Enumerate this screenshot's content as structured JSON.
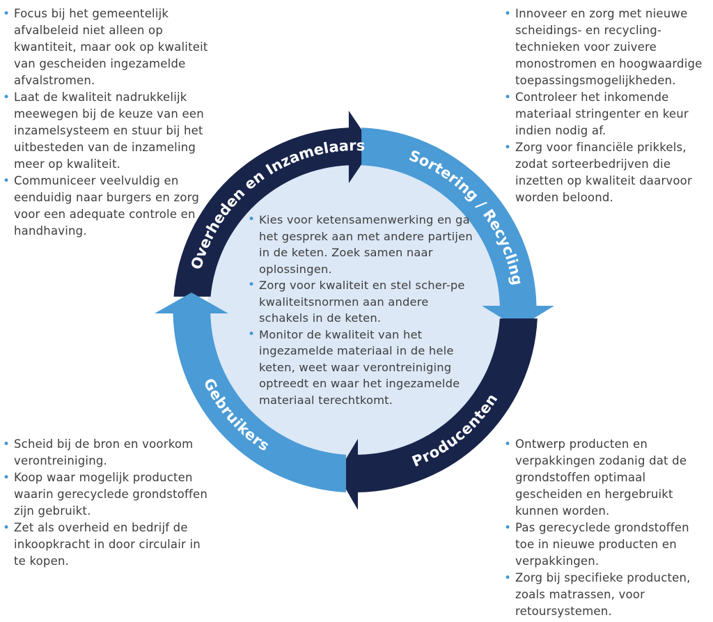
{
  "cycle": {
    "top_left": "Overheden en Inzamelaars",
    "top_right": "Sortering / Recycling",
    "bottom_right": "Producenten",
    "bottom_left": "Gebruikers"
  },
  "colors": {
    "dark": "#18244a",
    "light": "#4a9bd6",
    "center_fill": "#dce8f6",
    "bullet": "#3e96d6"
  },
  "blocks": {
    "top_left": [
      "Focus bij het gemeentelijk afvalbeleid niet alleen op kwantiteit, maar ook op kwaliteit van gescheiden ingezamelde afvalstromen.",
      "Laat de kwaliteit nadrukkelijk meewegen bij de keuze van een inzamelsysteem en stuur bij het uitbesteden van de inzameling meer op kwaliteit.",
      "Communiceer veelvuldig en eenduidig naar burgers en zorg voor een adequate controle en handhaving."
    ],
    "top_right": [
      "Innoveer en zorg met nieuwe scheidings- en recycling-technieken voor zuivere monostromen en hoogwaardige toepassingsmogelijkheden.",
      "Controleer het inkomende materiaal stringenter en keur indien nodig af.",
      "Zorg voor financiële prikkels, zodat sorteerbedrijven die inzetten op kwaliteit daarvoor worden beloond."
    ],
    "center": [
      "Kies voor ketensamenwerking en ga het gesprek aan met andere partijen in de keten. Zoek samen naar oplossingen.",
      "Zorg voor kwaliteit en stel scher-pe kwaliteitsnormen aan andere schakels in de keten.",
      "Monitor de kwaliteit van het ingezamelde materiaal in de hele keten, weet waar verontreiniging optreedt en waar het ingezamelde materiaal terechtkomt."
    ],
    "bottom_left": [
      "Scheid bij de bron en voorkom verontreiniging.",
      "Koop waar mogelijk producten waarin gerecyclede grondstoffen zijn gebruikt.",
      "Zet als overheid en bedrijf de inkoopkracht in door circulair in te kopen."
    ],
    "bottom_right": [
      "Ontwerp producten en verpakkingen zodanig dat de grondstoffen optimaal gescheiden en hergebruikt kunnen worden.",
      "Pas gerecyclede grondstoffen toe in nieuwe producten en verpakkingen.",
      "Zorg bij specifieke producten, zoals matrassen, voor retoursystemen."
    ]
  }
}
